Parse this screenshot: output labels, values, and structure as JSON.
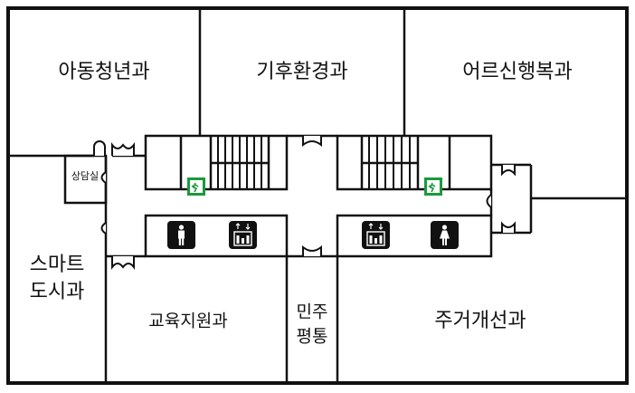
{
  "rooms": {
    "youth": "아동청년과",
    "climate": "기후환경과",
    "senior": "어르신행복과",
    "counsel": "상담실",
    "smart1": "스마트",
    "smart2": "도시과",
    "education": "교육지원과",
    "minju1": "민주",
    "minju2": "평통",
    "housing": "주거개선과"
  },
  "colors": {
    "exit": "#1a9a3c",
    "wall": "#111111",
    "icon_bg": "#111111"
  }
}
